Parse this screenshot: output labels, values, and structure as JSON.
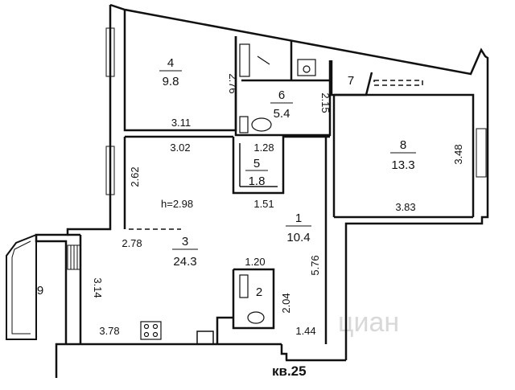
{
  "plan": {
    "apartment_label": "кв.25",
    "ceiling_height": "h=2.98",
    "watermark": "циан",
    "rooms": [
      {
        "id": "4",
        "area": "9.8"
      },
      {
        "id": "6",
        "area": "5.4"
      },
      {
        "id": "7",
        "area": ""
      },
      {
        "id": "8",
        "area": "13.3"
      },
      {
        "id": "5",
        "area": "1.8"
      },
      {
        "id": "1",
        "area": "10.4"
      },
      {
        "id": "3",
        "area": "24.3"
      },
      {
        "id": "2",
        "area": ""
      },
      {
        "id": "9",
        "area": ""
      }
    ],
    "dimensions": {
      "d_276": "2.76",
      "d_311": "3.11",
      "d_215": "2.15",
      "d_302": "3.02",
      "d_128": "1.28",
      "d_262": "2.62",
      "d_151": "1.51",
      "d_348": "3.48",
      "d_383": "3.83",
      "d_278": "2.78",
      "d_576": "5.76",
      "d_314": "3.14",
      "d_120": "1.20",
      "d_204": "2.04",
      "d_378": "3.78",
      "d_144": "1.44"
    }
  }
}
